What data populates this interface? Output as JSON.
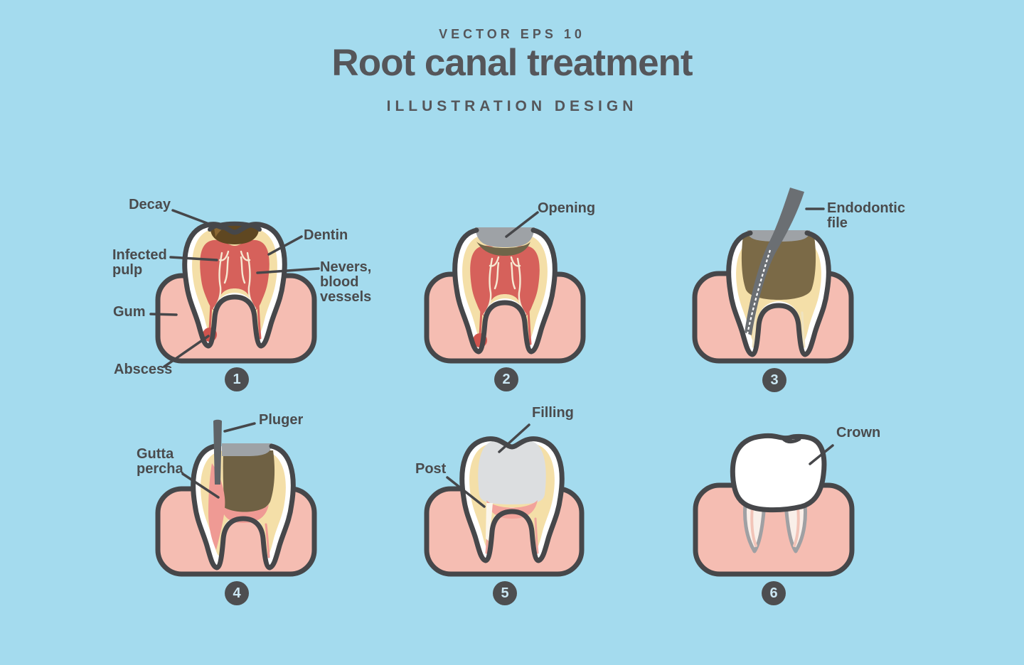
{
  "header": {
    "kicker": "VECTOR EPS 10",
    "title": "Root canal treatment",
    "subtitle": "ILLUSTRATION DESIGN"
  },
  "colors": {
    "background": "#A4DBEE",
    "gum": "#F5BDB2",
    "outline": "#46474A",
    "tooth_enamel": "#FFFFFF",
    "dentin": "#F4DFA8",
    "pulp_red": "#D6615B",
    "decay_brown": "#5F4721",
    "opening_gray": "#9EA2A6",
    "chamber_brown": "#7B6A47",
    "file_gray": "#6B6F73",
    "gutta_percha_pink": "#EF9A94",
    "filling_gray": "#DCDEE0",
    "label_text": "#4A4B4D",
    "badge": "#4D4E50"
  },
  "steps": [
    {
      "number": "1",
      "labels": {
        "decay": "Decay",
        "dentin": "Dentin",
        "infected_pulp": "Infected\npulp",
        "nerves": "Nevers,\nblood\nvessels",
        "gum": "Gum",
        "abscess": "Abscess"
      }
    },
    {
      "number": "2",
      "labels": {
        "opening": "Opening"
      }
    },
    {
      "number": "3",
      "labels": {
        "endodontic_file": "Endodontic\nfile"
      }
    },
    {
      "number": "4",
      "labels": {
        "pluger": "Pluger",
        "gutta_percha": "Gutta\npercha"
      }
    },
    {
      "number": "5",
      "labels": {
        "filling": "Filling",
        "post": "Post"
      }
    },
    {
      "number": "6",
      "labels": {
        "crown": "Crown"
      }
    }
  ]
}
